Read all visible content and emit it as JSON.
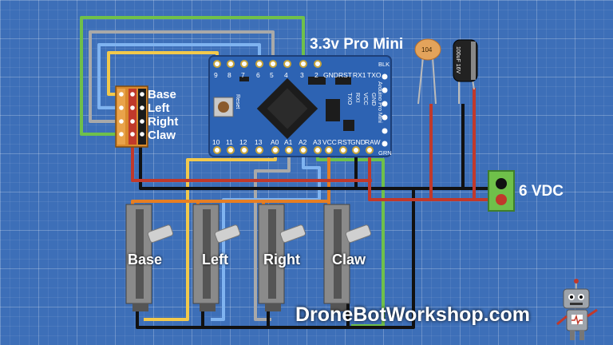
{
  "board": {
    "title": "3.3v Pro Mini",
    "top_pins": [
      "9",
      "8",
      "7",
      "6",
      "5",
      "4",
      "3",
      "2",
      "GND",
      "RST",
      "RX1",
      "TXO"
    ],
    "bottom_pins": [
      "10",
      "11",
      "12",
      "13",
      "A0",
      "A1",
      "A2",
      "A3",
      "VCC",
      "RST",
      "GND",
      "RAW"
    ],
    "right_pins": [
      "BLK",
      "GND",
      "VCC",
      "RXI",
      "TXO",
      "GRN"
    ],
    "reset_label": "Reset",
    "side_text": "Arduino Pro Mini"
  },
  "header_labels": [
    "Base",
    "Left",
    "Right",
    "Claw"
  ],
  "pot_labels": [
    "Base",
    "Left",
    "Right",
    "Claw"
  ],
  "cap_ceramic": "104",
  "cap_electrolytic": "100uF 16V",
  "power": {
    "label": "6 VDC"
  },
  "brand": "DroneBotWorkshop.com",
  "colors": {
    "background": "#3d6fb8",
    "board": "#2d63b3",
    "wire_red": "#c0392b",
    "wire_black": "#111111",
    "wire_green": "#6fc04a",
    "wire_gray": "#a9a9a9",
    "wire_yellow": "#f2c94c",
    "wire_orange": "#e67e22",
    "wire_lightblue": "#7fb3f0"
  }
}
